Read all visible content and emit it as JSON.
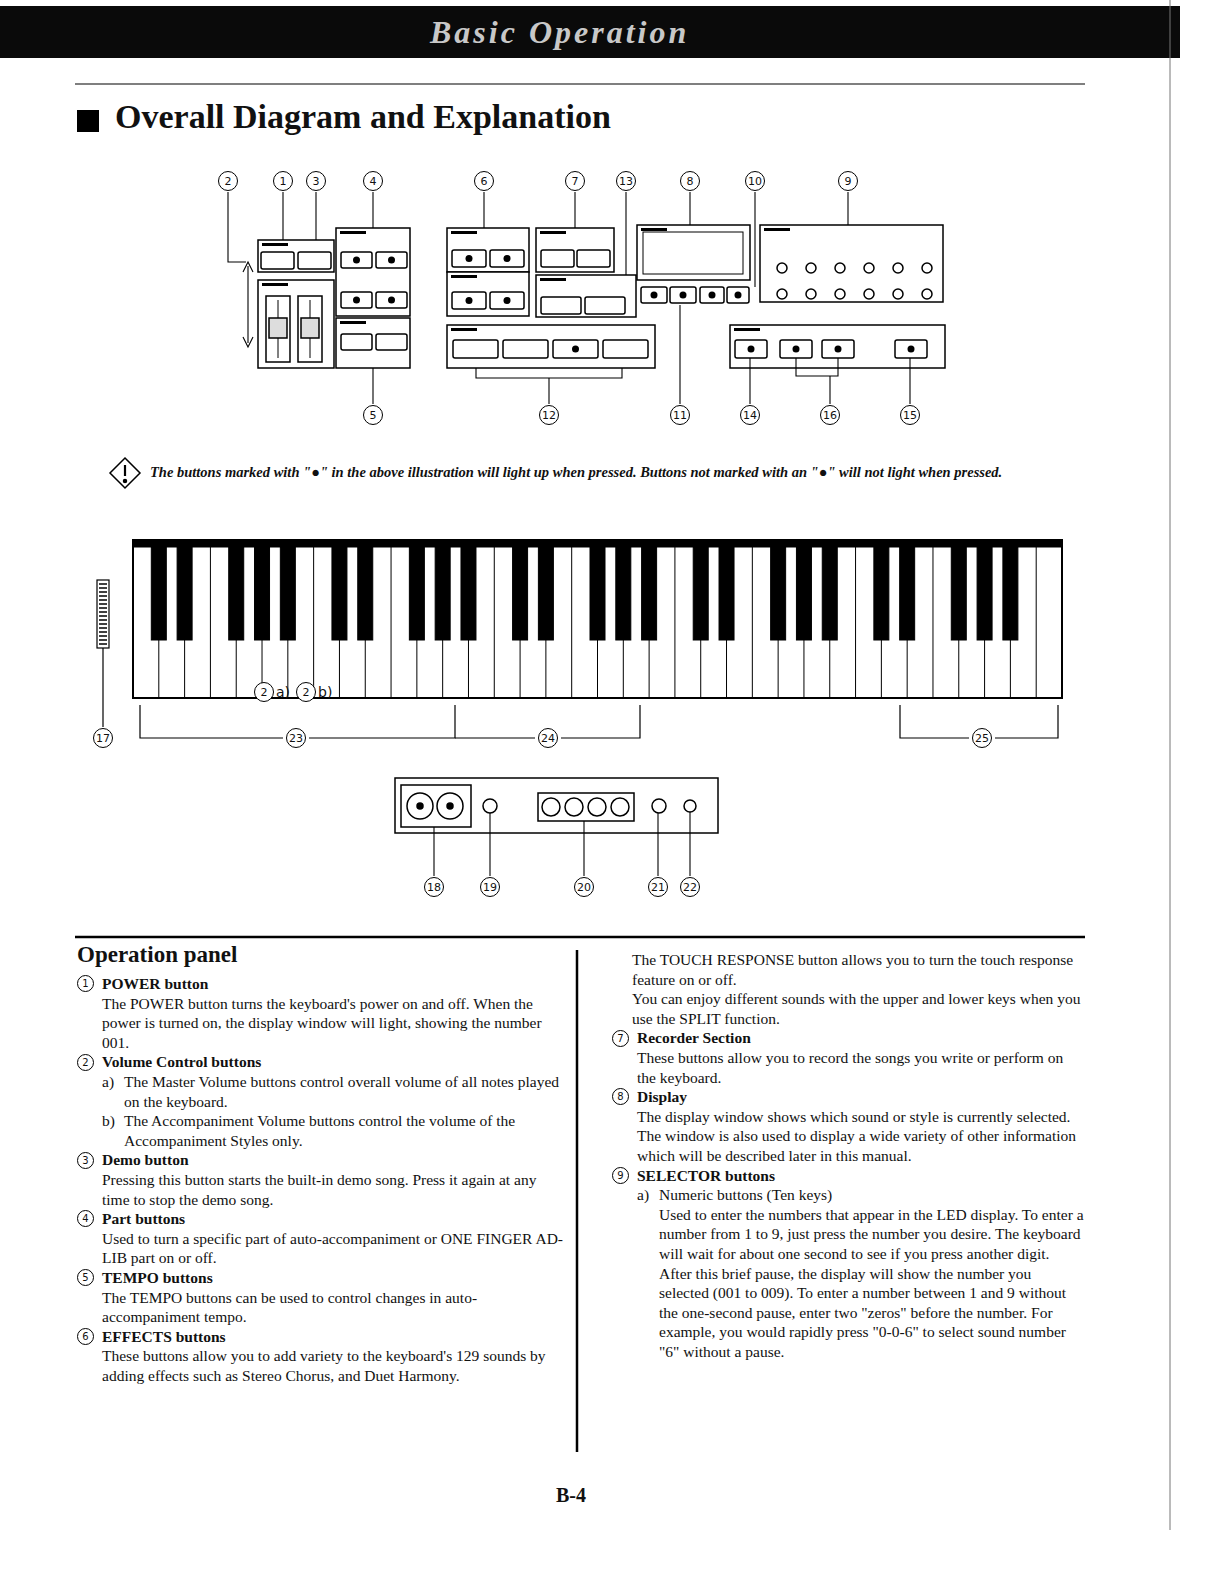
{
  "diagram": {
    "title": "Overall Diagram and Explanation",
    "nodes": [
      {
        "text": [
          "Basic Operation"
        ]
      }
    ],
    "labels": [
      "2",
      "1",
      "3",
      "4",
      "6",
      "7",
      "13",
      "8",
      "10",
      "9",
      "2",
      "a)",
      "2",
      "b)",
      "5",
      "12",
      "11",
      "14",
      "16",
      "15",
      "17",
      "23",
      "24",
      "25",
      "18",
      "19",
      "20",
      "21",
      "22",
      "The buttons marked with \"●\" in the above illustration will light up when pressed. Buttons not marked with an \"●\" will not light when pressed.",
      "Operation panel",
      "1",
      "POWER button",
      "The POWER button turns the keyboard's power on and off. When the power is turned on, the display window will light, showing the number 001.",
      "2",
      "Volume Control buttons",
      "a)",
      "The Master Volume buttons control overall volume of all notes played on the keyboard.",
      "b)",
      "The Accompaniment Volume buttons control the volume of the Accompaniment Styles only.",
      "3",
      "Demo button",
      "Pressing this button starts the built-in demo song. Press it again at any time to stop the demo song.",
      "4",
      "Part buttons",
      "Used to turn a specific part of auto-accompaniment or ONE FINGER AD-LIB part on or off.",
      "5",
      "TEMPO buttons",
      "The TEMPO buttons can be used to control changes in auto-accompaniment tempo.",
      "6",
      "EFFECTS buttons",
      "These buttons allow you to add variety to the keyboard's 129 sounds by adding effects such as Stereo Chorus, and Duet Harmony.",
      "The TOUCH RESPONSE button allows you to turn the touch response feature on or off.",
      "You can enjoy different sounds with the upper and lower keys when you use the SPLIT function.",
      "7",
      "Recorder Section",
      "These buttons allow you to record the songs you write or perform on the keyboard.",
      "8",
      "Display",
      "The display window shows which sound or style is currently selected. The window is also used to display a wide variety of other information which will be described later in this manual.",
      "9",
      "SELECTOR buttons",
      "a)",
      "Numeric buttons (Ten keys)",
      "Used to enter the numbers that appear in the LED display. To enter a number from 1 to 9, just press the number you desire. The keyboard will wait for about one second to see if you press another digit. After this brief pause, the display will show the number you selected (001 to 009). To enter a number between 1 and 9 without the one-second pause, enter two \"zeros\" before the number. For example, you would rapidly press \"0-0-6\" to select sound number \"6\" without a pause.",
      "B-4"
    ]
  }
}
